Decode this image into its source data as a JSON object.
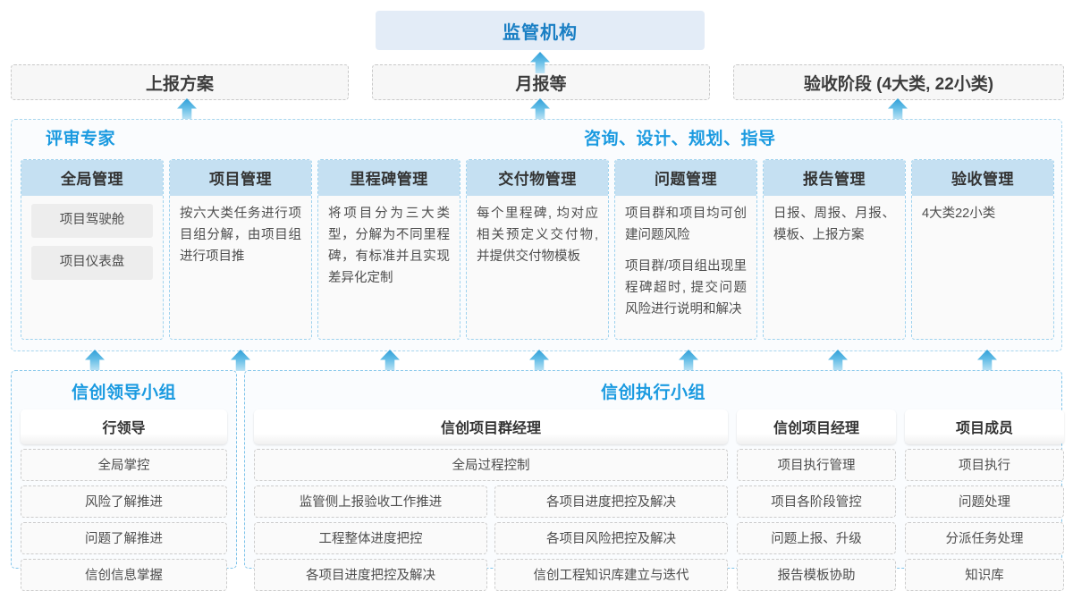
{
  "top": {
    "regulator": "监管机构",
    "reports": [
      "上报方案",
      "月报等",
      "验收阶段 (4大类, 22小类)"
    ]
  },
  "middle": {
    "title_left": "评审专家",
    "title_right": "咨询、设计、规划、指导",
    "columns": [
      {
        "header": "全局管理",
        "pills": [
          "项目驾驶舱",
          "项目仪表盘"
        ],
        "paragraphs": []
      },
      {
        "header": "项目管理",
        "pills": [],
        "paragraphs": [
          "按六大类任务进行项目组分解，由项目组进行项目推"
        ]
      },
      {
        "header": "里程碑管理",
        "pills": [],
        "paragraphs": [
          "将项目分为三大类型，分解为不同里程碑，有标准并且实现差异化定制"
        ]
      },
      {
        "header": "交付物管理",
        "pills": [],
        "paragraphs": [
          "每个里程碑, 均对应相关预定义交付物, 并提供交付物模板"
        ]
      },
      {
        "header": "问题管理",
        "pills": [],
        "paragraphs": [
          "项目群和项目均可创建问题风险",
          "项目群/项目组出现里程碑超时, 提交问题风险进行说明和解决"
        ]
      },
      {
        "header": "报告管理",
        "pills": [],
        "paragraphs": [
          "日报、周报、月报、模板、上报方案"
        ]
      },
      {
        "header": "验收管理",
        "pills": [],
        "paragraphs": [
          "4大类22小类"
        ]
      }
    ]
  },
  "bottom": {
    "leader_group": {
      "title": "信创领导小组",
      "head": "行领导",
      "items": [
        "全局掌控",
        "风险了解推进",
        "问题了解推进",
        "信创信息掌握"
      ]
    },
    "exec_group": {
      "title": "信创执行小组",
      "program_manager": {
        "head": "信创项目群经理",
        "full_item": "全局过程控制",
        "left_items": [
          "监管侧上报验收工作推进",
          "工程整体进度把控",
          "各项目进度把控及解决"
        ],
        "right_items": [
          "各项目进度把控及解决",
          "各项目风险把控及解决",
          "信创工程知识库建立与迭代"
        ]
      },
      "project_manager": {
        "head": "信创项目经理",
        "items": [
          "项目执行管理",
          "项目各阶段管控",
          "问题上报、升级",
          "报告模板协助"
        ]
      },
      "project_member": {
        "head": "项目成员",
        "items": [
          "项目执行",
          "问题处理",
          "分派任务处理",
          "知识库"
        ]
      }
    }
  },
  "colors": {
    "accent": "#1a9ae0",
    "regulator_text": "#1a7fc4",
    "regulator_bg": "#e3ecf7",
    "column_header_bg": "#c5e0f2",
    "arrow": "#3fa9dd"
  }
}
